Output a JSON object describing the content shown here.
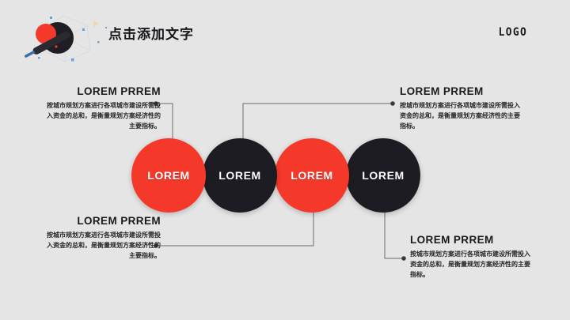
{
  "header": {
    "title": "点击添加文字",
    "logo": "LOGO",
    "decoration_icon": "pin-target-decoration-icon"
  },
  "colors": {
    "background": "#e6e5e5",
    "accent_red": "#f4392a",
    "accent_black": "#1c1c22",
    "text_dark": "#1a1a1e",
    "connector": "#6b6b70",
    "deco_blue": "#7fb4e8"
  },
  "circles": [
    {
      "label": "LOREM",
      "color": "#f4392a"
    },
    {
      "label": "LOREM",
      "color": "#1c1c22"
    },
    {
      "label": "LOREM",
      "color": "#f4392a"
    },
    {
      "label": "LOREM",
      "color": "#1c1c22"
    }
  ],
  "callouts": [
    {
      "id": "top-left",
      "heading": "LOREM PRREM",
      "body": "按城市规划方案进行各项城市建设所需投入资金的总和，是衡量规划方案经济性的主要指标。",
      "align": "right"
    },
    {
      "id": "top-right",
      "heading": "LOREM PRREM",
      "body": "按城市规划方案进行各项城市建设所需投入资金的总和，是衡量规划方案经济性的主要指标。",
      "align": "left"
    },
    {
      "id": "bottom-left",
      "heading": "LOREM PRREM",
      "body": "按城市规划方案进行各项城市建设所需投入资金的总和，是衡量规划方案经济性的主要指标。",
      "align": "right"
    },
    {
      "id": "bottom-right",
      "heading": "LOREM PRREM",
      "body": "按城市规划方案进行各项城市建设所需投入资金的总和，是衡量规划方案经济性的主要指标。",
      "align": "left"
    }
  ]
}
